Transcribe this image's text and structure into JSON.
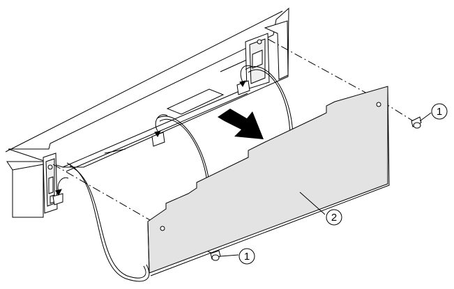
{
  "callouts": [
    {
      "id": "callout-1-right",
      "label": "1"
    },
    {
      "id": "callout-1-bottom",
      "label": "1"
    },
    {
      "id": "callout-2-panel",
      "label": "2"
    }
  ],
  "colors": {
    "line": "#000000",
    "panel_fill": "#e3e3e3",
    "panel_edge": "#b9b9b9",
    "chassis_fill": "#ffffff",
    "cable_fill": "#dcdcdc",
    "arrow": "#000000"
  }
}
